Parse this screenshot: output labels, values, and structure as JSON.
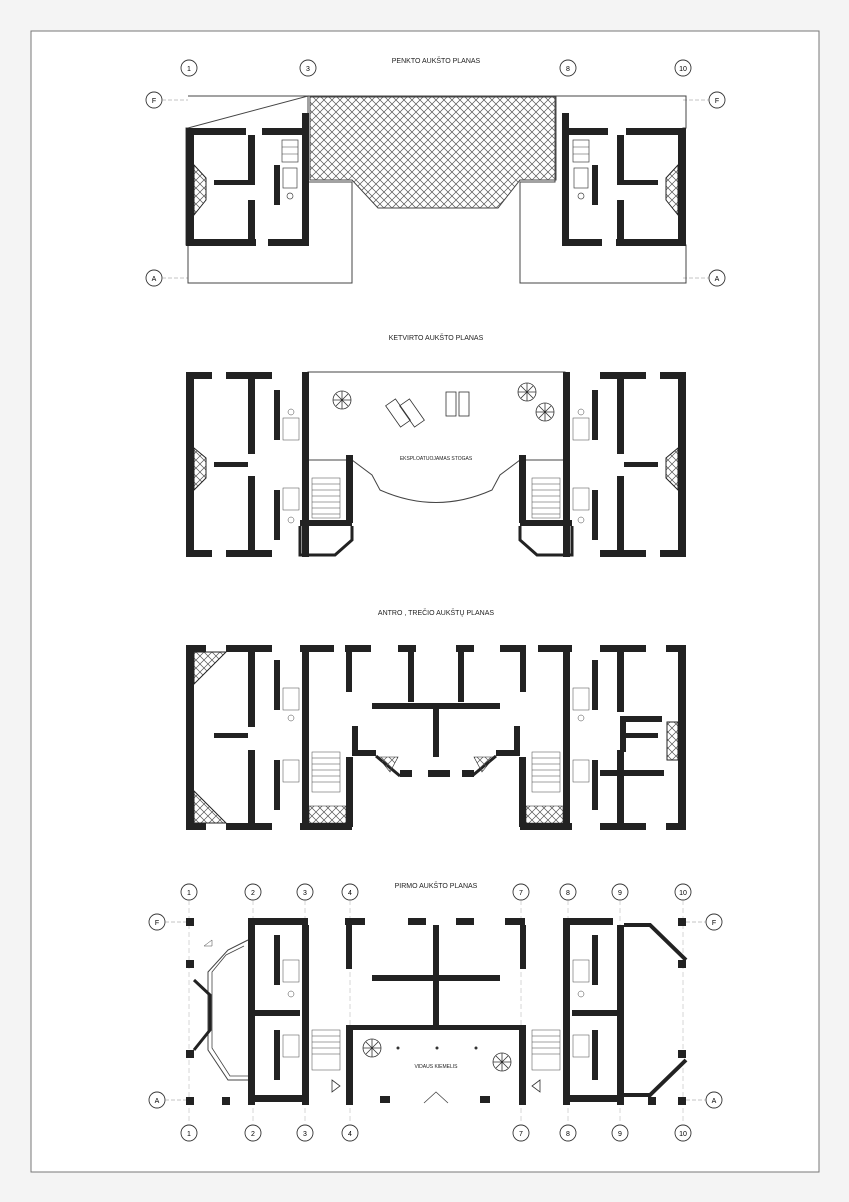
{
  "colors": {
    "wall": "#222222",
    "line": "#555555",
    "paper": "#ffffff",
    "hatch": "#555555"
  },
  "titles": {
    "fifth": "PENKTO AUKŠTO PLANAS",
    "fourth": "KETVIRTO AUKŠTO PLANAS",
    "second_third": "ANTRO , TREČIO AUKŠTŲ PLANAS",
    "first": "PIRMO AUKŠTO PLANAS"
  },
  "labels": {
    "roof_terrace": "EKSPLOATUOJAMAS STOGAS",
    "courtyard": "VIDAUS KIEMELIS"
  },
  "axes": {
    "fifth_top": [
      "1",
      "3",
      "8",
      "10"
    ],
    "fifth_rows": [
      "F",
      "A"
    ],
    "first_cols": [
      "1",
      "2",
      "3",
      "4",
      "7",
      "8",
      "9",
      "10"
    ],
    "first_rows": [
      "F",
      "A"
    ]
  }
}
